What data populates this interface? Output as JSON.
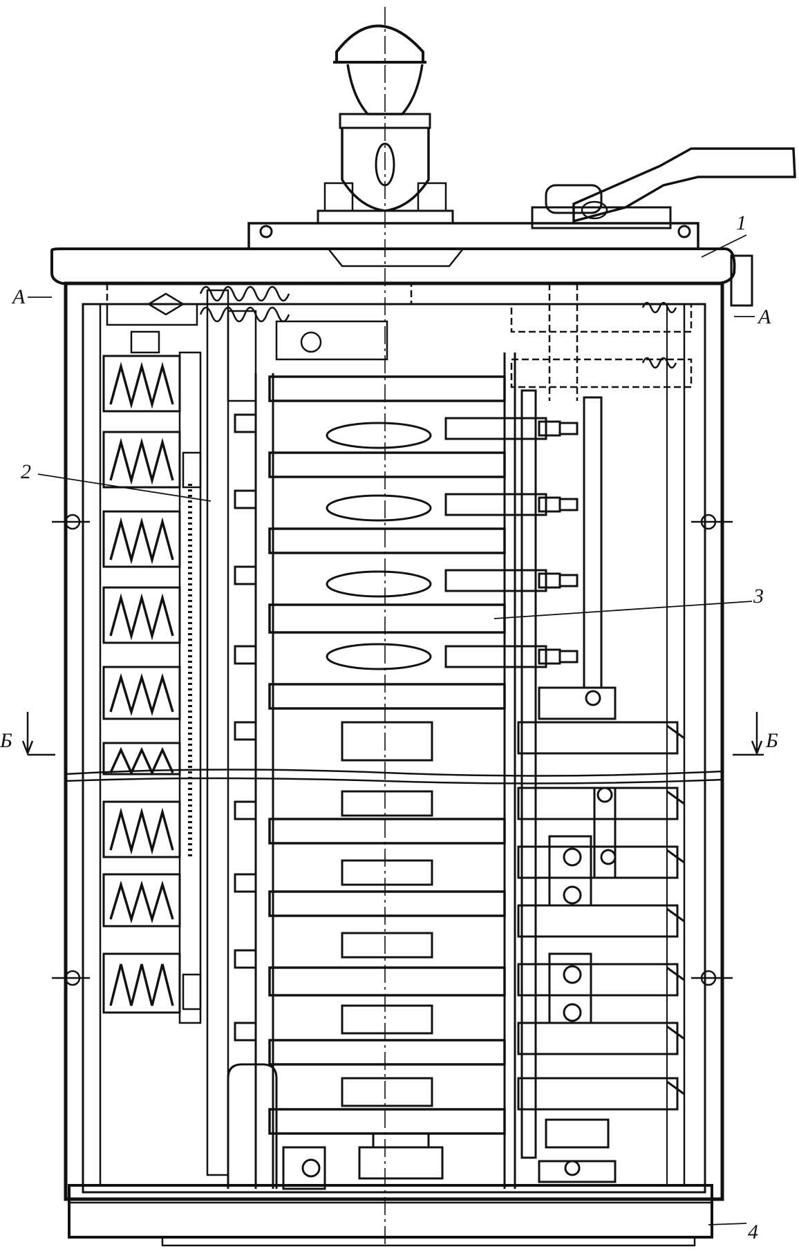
{
  "callouts": {
    "one": "1",
    "two": "2",
    "three": "3",
    "four": "4"
  },
  "sections": {
    "a_left": "А",
    "a_right": "А",
    "b_left": "Б",
    "b_right": "Б"
  },
  "colors": {
    "ink": "#111111",
    "paper": "#ffffff"
  }
}
